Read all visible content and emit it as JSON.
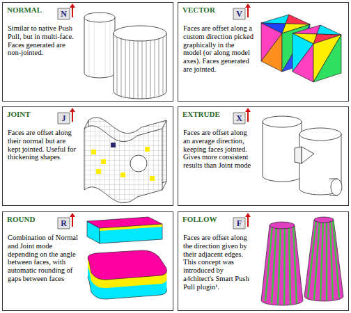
{
  "diagram": {
    "nodes": [
      {
        "text": [
          "NORMAL",
          "Similar to native Push Pull, but in multi-face. Faces generated are non-jointed."
        ]
      },
      {
        "text": [
          "VECTOR",
          "Faces are offset along a custom direction picked graphically in the model (or along model axes). Faces generated are jointed."
        ]
      },
      {
        "text": [
          "JOINT",
          "Faces are offset along their normal but are kept jointed. Useful for thickening shapes."
        ]
      },
      {
        "text": [
          "EXTRUDE",
          "Faces are offset along an average direction, keeping faces jointed. Gives more consistent results than Joint mode"
        ]
      },
      {
        "text": [
          "ROUND",
          "Combination of Normal and Joint mode depending on the angle between faces, with automatic rounding of gaps between faces"
        ]
      },
      {
        "text": [
          "FOLLOW",
          "Faces are offset along the direction given by their adjacent edges. This concept was introduced by a4chitect's Smart Push Pull plugin¹."
        ]
      }
    ],
    "labels": [
      "N",
      "V",
      "J",
      "X",
      "R",
      "F"
    ]
  }
}
